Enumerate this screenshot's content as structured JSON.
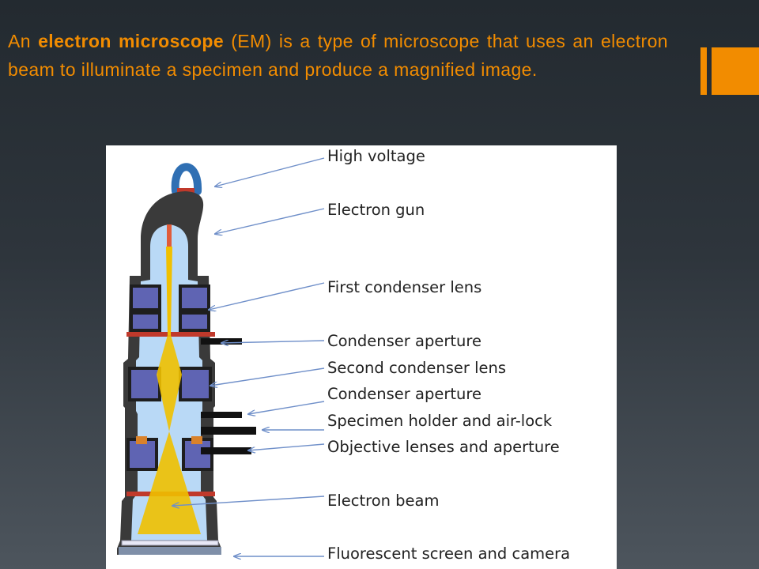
{
  "intro": {
    "part1": "An ",
    "term": "electron microscope",
    "part2": " (EM) is a type of microscope that uses an electron beam to illuminate a specimen and produce a magnified image."
  },
  "diagram": {
    "labels": [
      "High voltage",
      "Electron gun",
      "First condenser lens",
      "Condenser  aperture",
      "Second condenser lens",
      "Condenser aperture",
      "Specimen holder and air-lock",
      "Objective lenses and aperture",
      "Electron beam",
      "Fluorescent  screen  and camera"
    ]
  },
  "colors": {
    "accent": "#f28c00",
    "background": "#2b3238",
    "arrow": "#6f8fc9",
    "column_interior": "#b9d9f6",
    "lens_coil": "#5f64b3",
    "beam": "#f0c000",
    "housing": "#3a3a3a"
  }
}
